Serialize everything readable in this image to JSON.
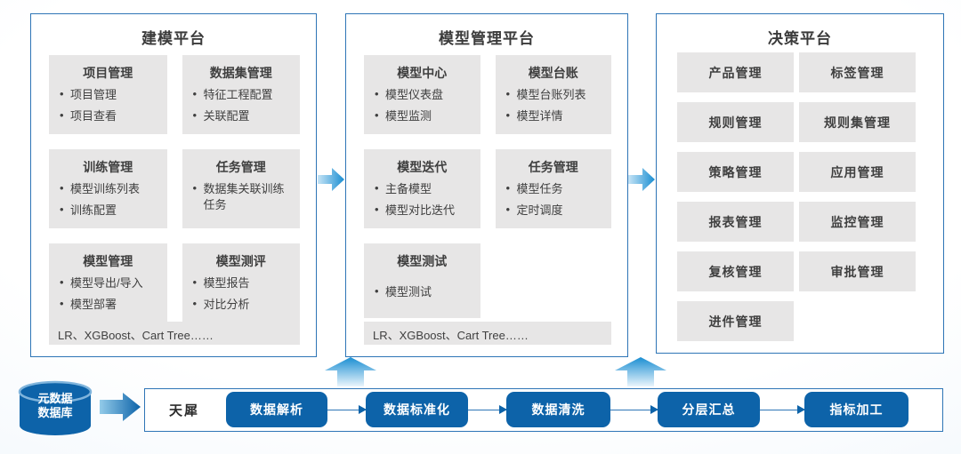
{
  "panels": [
    {
      "title": "建模平台",
      "modules": [
        {
          "title": "项目管理",
          "items": [
            "项目管理",
            "项目查看"
          ]
        },
        {
          "title": "数据集管理",
          "items": [
            "特征工程配置",
            "关联配置"
          ]
        },
        {
          "title": "训练管理",
          "items": [
            "模型训练列表",
            "训练配置"
          ]
        },
        {
          "title": "任务管理",
          "items": [
            "数据集关联训练任务"
          ]
        },
        {
          "title": "模型管理",
          "items": [
            "模型导出/导入",
            "模型部署"
          ]
        },
        {
          "title": "模型测评",
          "items": [
            "模型报告",
            "对比分析"
          ]
        }
      ],
      "footer": "LR、XGBoost、Cart Tree……"
    },
    {
      "title": "模型管理平台",
      "modules": [
        {
          "title": "模型中心",
          "items": [
            "模型仪表盘",
            "模型监测"
          ]
        },
        {
          "title": "模型台账",
          "items": [
            "模型台账列表",
            "模型详情"
          ]
        },
        {
          "title": "模型迭代",
          "items": [
            "主备模型",
            "模型对比迭代"
          ]
        },
        {
          "title": "任务管理",
          "items": [
            "模型任务",
            "定时调度"
          ]
        },
        {
          "title": "模型测试",
          "items": [
            "模型测试"
          ]
        }
      ],
      "footer": "LR、XGBoost、Cart Tree……"
    },
    {
      "title": "决策平台",
      "tiles": [
        "产品管理",
        "标签管理",
        "规则管理",
        "规则集管理",
        "策略管理",
        "应用管理",
        "报表管理",
        "监控管理",
        "复核管理",
        "审批管理",
        "进件管理"
      ]
    }
  ],
  "bottom_flow": {
    "database_line1": "元数据",
    "database_line2": "数据库",
    "engine_label": "天犀",
    "steps": [
      "数据解析",
      "数据标准化",
      "数据清洗",
      "分层汇总",
      "指标加工"
    ]
  },
  "icons": {
    "database": "database-cylinder-icon",
    "flow_arrow": "right-block-arrow-icon",
    "up_arrow": "up-block-arrow-icon"
  },
  "colors": {
    "accent_blue": "#0d63a9",
    "border_blue": "#2e75b6",
    "arrow_gradient_light": "#c6e4f6",
    "arrow_gradient_dark": "#1a8ed2",
    "module_gray": "#e7e6e6",
    "text_dark": "#3f3f3f",
    "panel_bg": "#ffffff"
  }
}
